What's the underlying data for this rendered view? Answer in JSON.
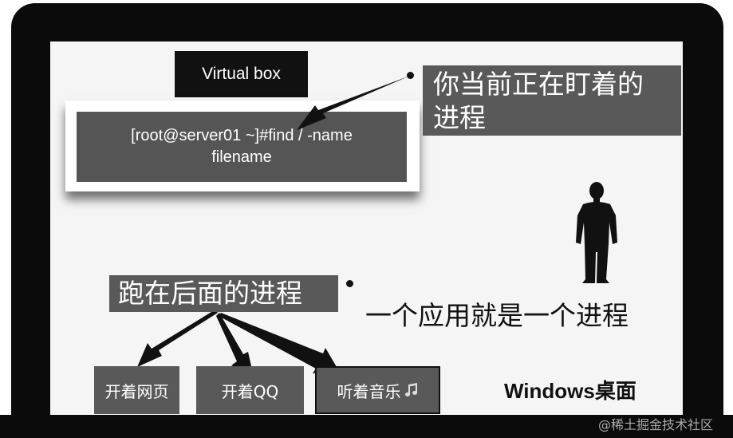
{
  "virtualbox": {
    "title": "Virtual box"
  },
  "terminal": {
    "line1": "[root@server01 ~]#find / -name",
    "line2": "filename"
  },
  "callout": {
    "line1": "你当前正在盯着的",
    "line2": "进程"
  },
  "background_label": "跑在后面的进程",
  "caption": "一个应用就是一个进程",
  "tasks": [
    {
      "label": "开着网页"
    },
    {
      "label": "开着QQ"
    },
    {
      "label": "听着音乐",
      "icon": "music-note-icon"
    }
  ],
  "desktop_label": "Windows桌面",
  "watermark": "@稀土掘金技术社区",
  "colors": {
    "bezel": "#0b0b0b",
    "panel": "#595959",
    "screen": "#f5f5f5"
  },
  "icons": [
    "person-silhouette-icon",
    "music-note-icon"
  ]
}
